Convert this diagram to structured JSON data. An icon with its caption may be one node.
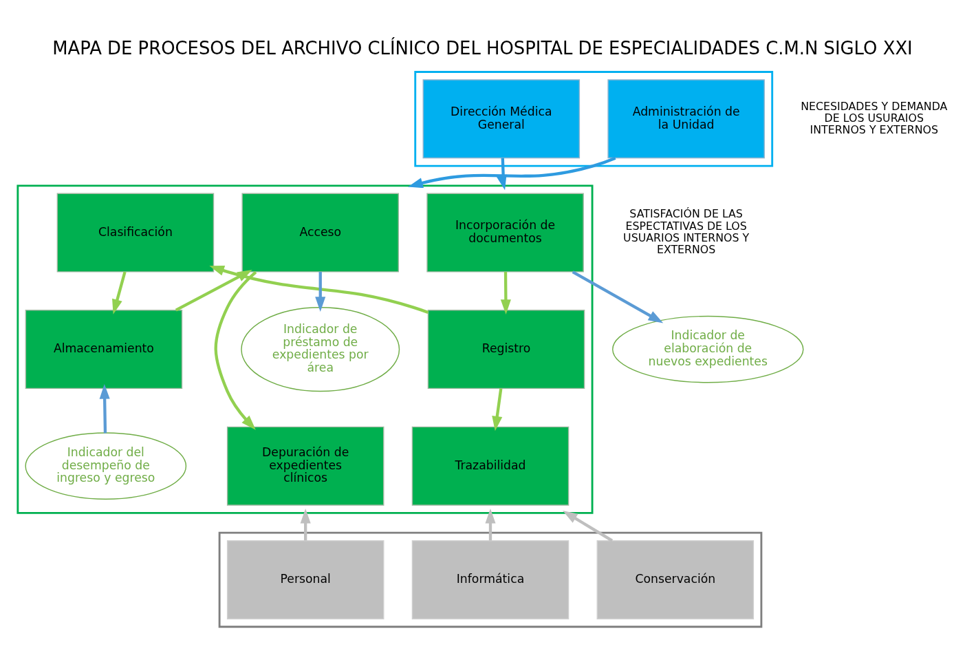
{
  "diagram": {
    "title": "MAPA DE PROCESOS DEL ARCHIVO CLÍNICO DEL HOSPITAL DE ESPECIALIDADES C.M.N SIGLO XXI",
    "nodes": [
      {
        "text": [],
        "shape": "box"
      },
      {
        "text": [
          "Dirección Médica General"
        ],
        "in": 0
      },
      {
        "text": [
          "Administración de la Unidad"
        ],
        "in": 0
      },
      {
        "text": [],
        "shape": "box"
      },
      {
        "text": [
          "Incorporación de documentos"
        ],
        "in": 3
      },
      {
        "text": [
          "Registro"
        ],
        "in": 3
      },
      {
        "text": [
          "Clasificación"
        ],
        "in": 3
      },
      {
        "text": [
          "Almacenamiento"
        ],
        "in": 3
      },
      {
        "text": [
          "Acceso"
        ],
        "in": 3
      },
      {
        "text": [
          "Trazabilidad"
        ],
        "in": 3
      },
      {
        "text": [
          "Depuración de expedientes clínicos"
        ],
        "in": 3
      },
      {
        "text": [
          "Indicador de elaboración de nuevos expedientes"
        ]
      },
      {
        "text": [
          "Indicador de préstamo de expedientes por área"
        ],
        "in": 3
      },
      {
        "text": [
          "Indicador del desempeño de ingreso y egreso"
        ],
        "in": 3
      },
      {
        "text": [],
        "shape": "box"
      },
      {
        "text": [
          "Conservación"
        ],
        "in": 14
      },
      {
        "text": [
          "Informática"
        ],
        "in": 14
      },
      {
        "text": [
          "Personal"
        ],
        "in": 14
      }
    ],
    "edges": [
      {
        "from": 1,
        "to": 3,
        "arrow": "to",
        "color": "#2e9be0"
      },
      {
        "from": 2,
        "to": 3,
        "arrow": "to",
        "color": "#2e9be0"
      },
      {
        "from": 4,
        "to": 5,
        "arrow": "to"
      },
      {
        "from": 5,
        "to": 6,
        "arrow": "to"
      },
      {
        "from": 5,
        "to": 9,
        "arrow": "to"
      },
      {
        "from": 6,
        "to": 7,
        "arrow": "to"
      },
      {
        "from": 7,
        "to": 8,
        "arrow": "to"
      },
      {
        "from": 8,
        "to": 10,
        "arrow": "to"
      },
      {
        "from": 4,
        "to": 11,
        "arrow": "to",
        "color": "#5b9bd5"
      },
      {
        "from": 8,
        "to": 12,
        "arrow": "to",
        "color": "#5b9bd5"
      },
      {
        "from": 13,
        "to": 7,
        "arrow": "to",
        "color": "#5b9bd5"
      },
      {
        "from": 15,
        "to": 3,
        "arrow": "to",
        "color": "#bfbfbf"
      },
      {
        "from": 16,
        "to": 3,
        "arrow": "to",
        "color": "#bfbfbf"
      },
      {
        "from": 17,
        "to": 3,
        "arrow": "to",
        "color": "#bfbfbf"
      }
    ],
    "labels": [
      "NECESIDADES Y DEMANDA DE LOS USURAIOS INTERNOS Y EXTERNOS",
      "SATISFACIÓN DE LAS ESPECTATIVAS DE LOS USUARIOS INTERNOS Y EXTERNOS"
    ]
  }
}
